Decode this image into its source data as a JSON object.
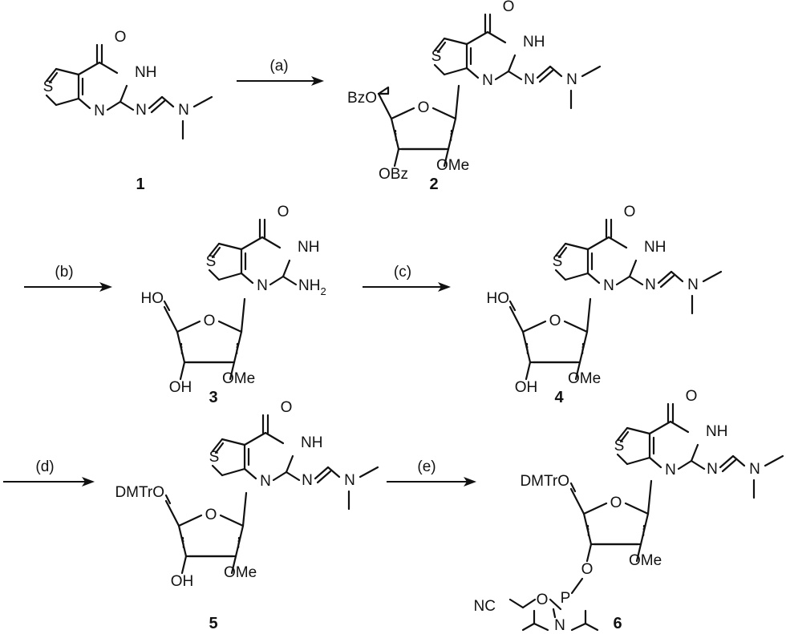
{
  "compounds": [
    {
      "number": "1",
      "labels": {
        "carbonyl": "O",
        "nh": "NH",
        "s": "S",
        "n_ring": "N",
        "n_imine": "N",
        "n_amine": "N"
      }
    },
    {
      "number": "2",
      "labels": {
        "carbonyl": "O",
        "nh": "NH",
        "s": "S",
        "n_ring": "N",
        "n_imine": "N",
        "n_amine": "N",
        "five_prime": "BzO",
        "ring_o": "O",
        "three_prime": "OBz",
        "two_prime": "OMe"
      }
    },
    {
      "number": "3",
      "labels": {
        "carbonyl": "O",
        "nh": "NH",
        "s": "S",
        "n_ring": "N",
        "amino": "NH",
        "amino_sub": "2",
        "five_prime": "HO",
        "ring_o": "O",
        "three_prime": "OH",
        "two_prime": "OMe"
      }
    },
    {
      "number": "4",
      "labels": {
        "carbonyl": "O",
        "nh": "NH",
        "s": "S",
        "n_ring": "N",
        "n_imine": "N",
        "n_amine": "N",
        "five_prime": "HO",
        "ring_o": "O",
        "three_prime": "OH",
        "two_prime": "OMe"
      }
    },
    {
      "number": "5",
      "labels": {
        "carbonyl": "O",
        "nh": "NH",
        "s": "S",
        "n_ring": "N",
        "n_imine": "N",
        "n_amine": "N",
        "five_prime": "DMTrO",
        "ring_o": "O",
        "three_prime": "OH",
        "two_prime": "OMe"
      }
    },
    {
      "number": "6",
      "labels": {
        "carbonyl": "O",
        "nh": "NH",
        "s": "S",
        "n_ring": "N",
        "n_imine": "N",
        "n_amine": "N",
        "five_prime": "DMTrO",
        "ring_o": "O",
        "three_prime": "O",
        "two_prime": "OMe",
        "phos": "P",
        "phos_o": "O",
        "phos_n": "N",
        "nitrile": "NC"
      }
    }
  ],
  "reactions": [
    {
      "label": "(a)"
    },
    {
      "label": "(b)"
    },
    {
      "label": "(c)"
    },
    {
      "label": "(d)"
    },
    {
      "label": "(e)"
    }
  ]
}
